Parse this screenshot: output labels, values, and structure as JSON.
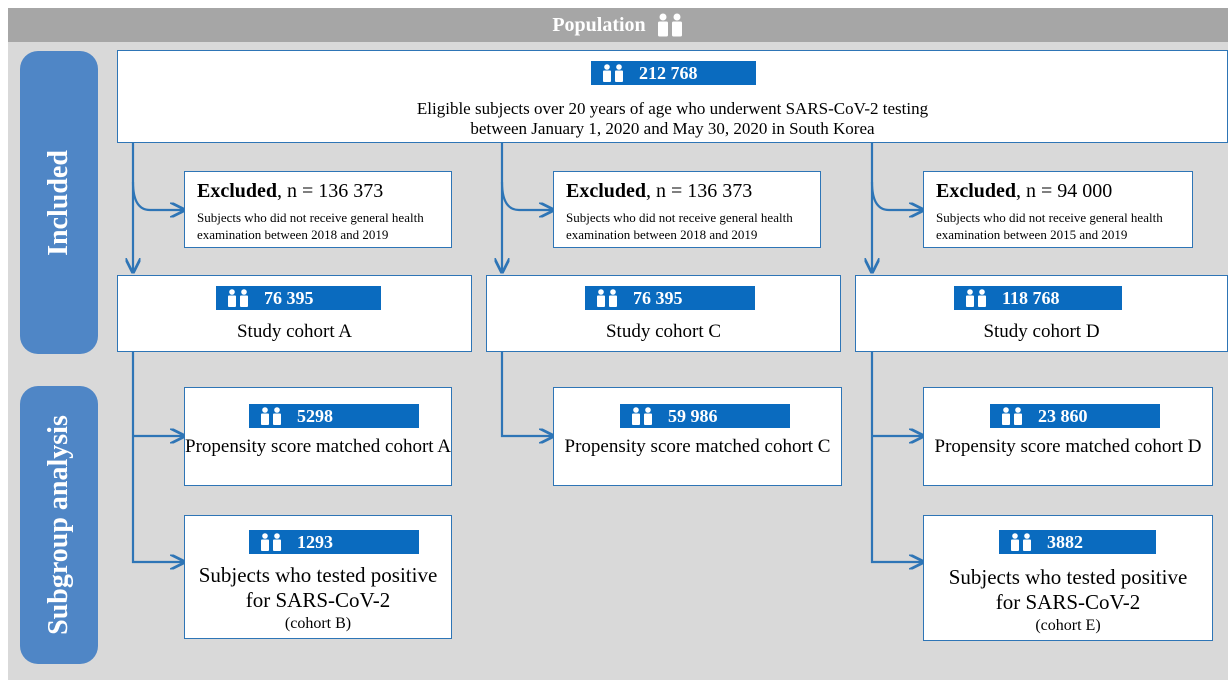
{
  "header": {
    "title": "Population",
    "icon": "people-icon"
  },
  "side_labels": {
    "included": "Included",
    "subgroup": "Subgroup analysis"
  },
  "population": {
    "count": "212 768",
    "description_line1": "Eligible subjects over 20 years of age who underwent SARS-CoV-2 testing",
    "description_line2": "between January 1, 2020 and May 30, 2020 in South Korea"
  },
  "excluded": [
    {
      "title": "Excluded",
      "n_text": ", n = 136 373",
      "line1": "Subjects who did not receive general health",
      "line2": "examination between 2018 and 2019"
    },
    {
      "title": "Excluded",
      "n_text": ", n = 136 373",
      "line1": "Subjects who did not receive general health",
      "line2": "examination between 2018 and 2019"
    },
    {
      "title": "Excluded",
      "n_text": ", n = 94 000",
      "line1": "Subjects who did not receive general health",
      "line2": "examination between 2015 and 2019"
    }
  ],
  "cohorts": [
    {
      "count": "76 395",
      "label": "Study cohort A"
    },
    {
      "count": "76 395",
      "label": "Study cohort C"
    },
    {
      "count": "118 768",
      "label": "Study cohort D"
    }
  ],
  "matched": [
    {
      "count": "5298",
      "label": "Propensity score matched cohort A"
    },
    {
      "count": "59 986",
      "label": "Propensity score matched cohort C"
    },
    {
      "count": "23 860",
      "label": "Propensity score matched cohort D"
    }
  ],
  "positive": [
    {
      "count": "1293",
      "line1": "Subjects who tested positive",
      "line2": "for SARS-CoV-2",
      "line3": "(cohort B)"
    },
    {
      "count": "3882",
      "line1": "Subjects who tested positive",
      "line2": "for SARS-CoV-2",
      "line3": "(cohort E)"
    }
  ],
  "colors": {
    "background": "#d9d9d9",
    "header": "#a6a6a6",
    "side_panel": "#4f86c6",
    "badge": "#0a6bbf",
    "arrow": "#2e75b6"
  }
}
